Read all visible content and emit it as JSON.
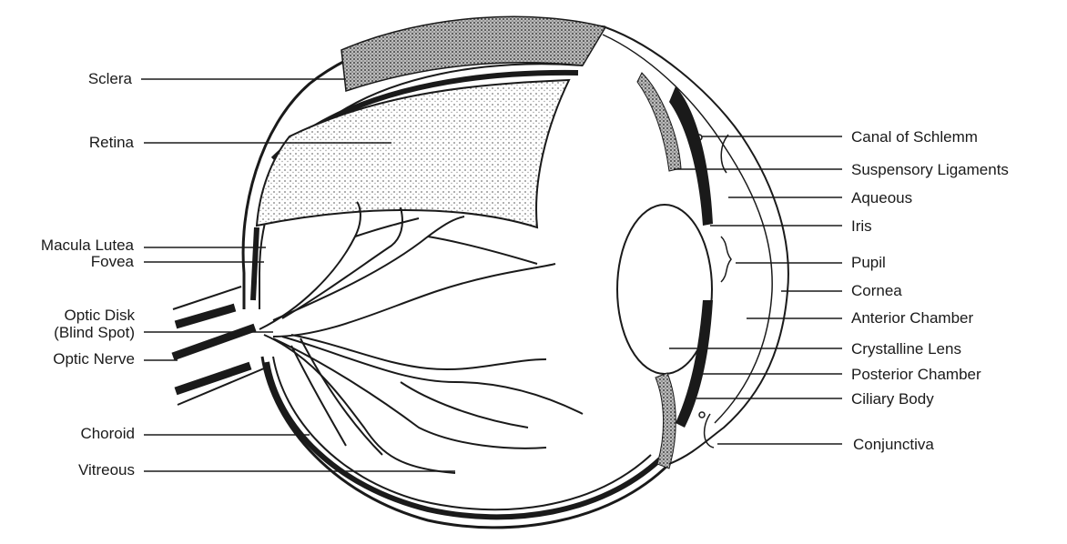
{
  "diagram": {
    "left_labels": {
      "sclera": "Sclera",
      "retina": "Retina",
      "macula_lutea": "Macula Lutea",
      "fovea": "Fovea",
      "optic_disk": "Optic Disk",
      "blind_spot": "(Blind Spot)",
      "optic_nerve": "Optic Nerve",
      "choroid": "Choroid",
      "vitreous": "Vitreous"
    },
    "right_labels": {
      "canal_of_schlemm": "Canal of Schlemm",
      "suspensory_ligaments": "Suspensory Ligaments",
      "aqueous": "Aqueous",
      "iris": "Iris",
      "pupil": "Pupil",
      "cornea": "Cornea",
      "anterior_chamber": "Anterior Chamber",
      "crystalline_lens": "Crystalline Lens",
      "posterior_chamber": "Posterior Chamber",
      "ciliary_body": "Ciliary Body",
      "conjunctiva": "Conjunctiva"
    }
  }
}
